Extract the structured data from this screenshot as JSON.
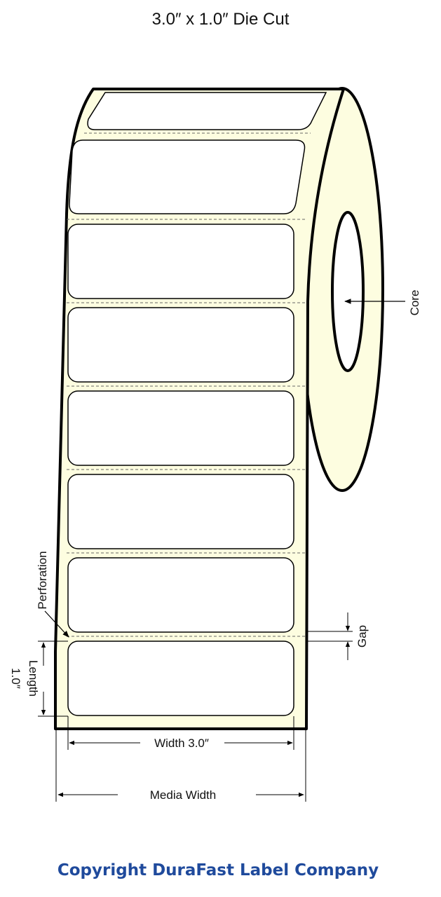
{
  "title": "3.0″ x 1.0″ Die Cut",
  "labels": {
    "core": "Core",
    "perforation": "Perforation",
    "gap": "Gap",
    "length": "Length",
    "length_value": "1.0″",
    "width": "Width 3.0″",
    "media_width": "Media Width"
  },
  "footer": {
    "copyright": "Copyright DuraFast Label Company"
  },
  "colors": {
    "label_stock": "#fdfde0",
    "brand": "#1f4a9c",
    "outline": "#000000"
  }
}
